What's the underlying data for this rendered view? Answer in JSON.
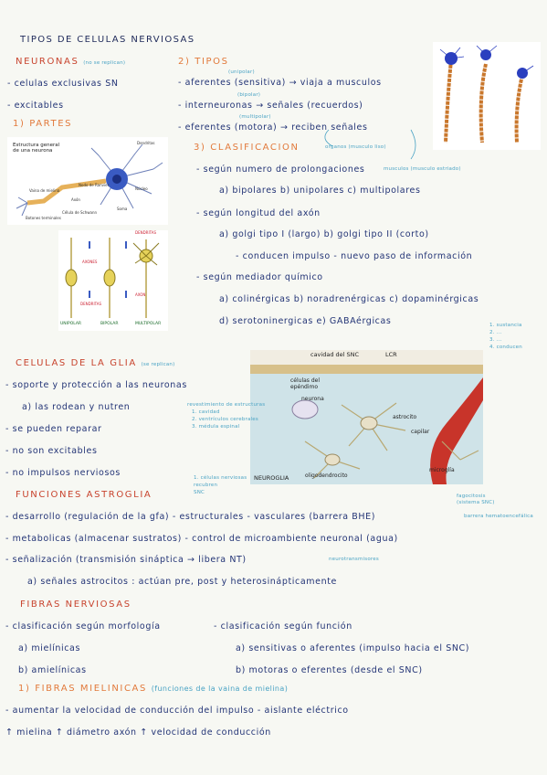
{
  "title": "TIPOS DE CELULAS NERVIOSAS",
  "neuronas": {
    "heading": "NEURONAS",
    "heading_note": "(no se replican)",
    "items": [
      "- celulas exclusivas SN",
      "- excitables"
    ],
    "partes_heading": "1) PARTES",
    "diagram_title": "Estructura general de una neurona",
    "diagram_labels": [
      "Dendritas",
      "Núcleo",
      "Soma",
      "Axón",
      "Vaina de mielina",
      "Nodo de Ranvier",
      "Célula de Schwann",
      "Botones terminales"
    ],
    "types_labels": [
      "DENDRITAS",
      "AXONES",
      "DENDRITAS",
      "AXON",
      "UNIPOLAR",
      "BIPOLAR",
      "MULTIPOLAR"
    ]
  },
  "tipos": {
    "heading": "2) TIPOS",
    "lines": [
      {
        "note": "(unipolar)",
        "text": "- aferentes (sensitiva) → viaja a musculos"
      },
      {
        "note": "(bipolar)",
        "text": "- interneuronas → señales (recuerdos)"
      },
      {
        "note": "(multipolar)",
        "text": "- eferentes (motora) → reciben señales"
      }
    ],
    "organs_note": "organos (musculo liso)",
    "muscle_note": "musculos (musculo estriado)"
  },
  "clasificacion": {
    "heading": "3) CLASIFICACION",
    "lines": [
      "- según numero de prolongaciones",
      "a) bipolares   b) unipolares   c) multipolares",
      "- según longitud del axón",
      "a) golgi tipo I (largo)  b) golgi tipo II (corto)",
      "- conducen impulso        - nuevo paso de información",
      "- según mediador químico",
      "a) colinérgicas  b) noradrenérgicas  c) dopaminérgicas",
      "d) serotoninergicas   e) GABAérgicas"
    ]
  },
  "glia": {
    "heading": "CELULAS DE LA GLIA",
    "heading_note": "(se replican)",
    "lines": [
      "- soporte y protección a las neuronas",
      "a) las rodean y nutren",
      "- se pueden reparar",
      "- no son excitables",
      "- no impulsos nerviosos"
    ],
    "image_labels": [
      "cavidad del SNC",
      "LCR",
      "células del epéndimo",
      "neurona",
      "astrocito",
      "capilar",
      "NEUROGLIA",
      "oligodendrocito",
      "microglía"
    ],
    "notes_left": [
      "revestimiento de estructuras",
      "1. cavidad",
      "2. ventrículos cerebrales",
      "3. médula espinal"
    ],
    "notes_right_top": [
      "1. sustancia",
      "2. ...",
      "3. ...",
      "4. conducen"
    ],
    "notes_bottom": [
      "1. células nerviosas",
      "recubren",
      "SNC"
    ],
    "notes_microglia": [
      "fagocitosis",
      "(sistema SNC)"
    ]
  },
  "astroglia": {
    "heading": "FUNCIONES ASTROGLIA",
    "lines": [
      "- desarrollo (regulación de la gfa)   - estructurales   - vasculares (barrera BHE)",
      "- metabolicas (almacenar sustratos)   - control de microambiente neuronal (agua)",
      "- señalización (transmisión sináptica → libera NT)",
      "a) señales astrocitos : actúan pre, post y heterosinápticamente"
    ],
    "note_bhe": "barrera hematoencefálica",
    "note_nt": "neurotransmisores"
  },
  "fibras": {
    "heading": "FIBRAS NERVIOSAS",
    "left": [
      "- clasificación según morfología",
      "a) mielínicas",
      "b) amielínicas"
    ],
    "right": [
      "- clasificación según función",
      "a) sensitivas o aferentes (impulso hacia el SNC)",
      "b) motoras o eferentes (desde el SNC)"
    ]
  },
  "mielinicas": {
    "heading": "1) FIBRAS MIELINICAS",
    "heading_note": "(funciones de la vaina de mielina)",
    "lines": [
      "- aumentar la velocidad de conducción del impulso     - aislante eléctrico",
      "↑ mielina  ↑ diámetro axón  ↑ velocidad de conducción"
    ]
  }
}
